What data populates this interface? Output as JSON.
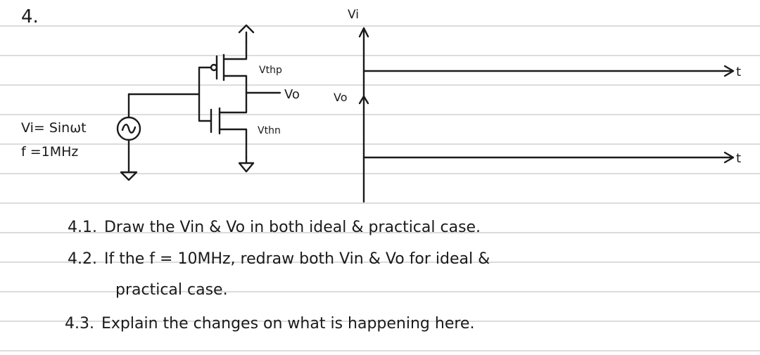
{
  "problem_number": "4.",
  "circuit": {
    "source_eq": "Vi= Sinωt",
    "source_freq": "f =1MHz",
    "vthp_label": "Vthp",
    "vthn_label": "Vthn",
    "vo_label": "Vo"
  },
  "graphs": {
    "vi_axis_label": "Vi",
    "vo_axis_label": "Vo",
    "t_axis_label_top": "t",
    "t_axis_label_bottom": "t"
  },
  "questions": [
    {
      "number": "4.1.",
      "text": "Draw the Vin & Vo in both ideal & practical case."
    },
    {
      "number": "4.2.",
      "text": "If the f = 10MHz, redraw both Vin & Vo for ideal &"
    },
    {
      "number": "",
      "text": "practical case."
    },
    {
      "number": "4.3.",
      "text": "Explain the changes on what is happening here."
    }
  ],
  "colors": {
    "ink": "#1a1a1a",
    "ruled_line": "#dcdcdc"
  }
}
